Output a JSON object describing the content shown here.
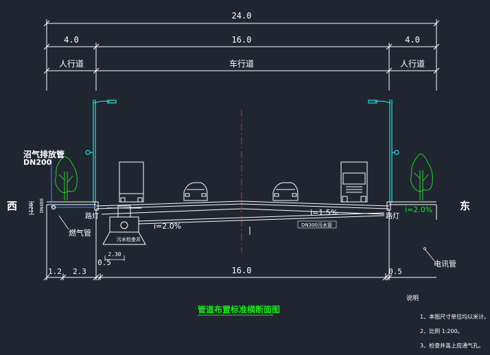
{
  "colors": {
    "background": "#1f2630",
    "line": "#ffffff",
    "lamp": "#27e0e0",
    "tree": "#2ed12e",
    "title": "#19e819",
    "centerline": "#e02020",
    "pipe": "#2f7bff",
    "slope_green": "#19e819"
  },
  "dimensions": {
    "total": "24.0",
    "left_sidewalk": "4.0",
    "carriageway": "16.0",
    "right_sidewalk": "4.0",
    "bottom_a": "1.2",
    "bottom_b": "2.3",
    "bottom_c": "0.5",
    "bottom_d": "16.0",
    "bottom_e": "0.5",
    "detail_small": "2.30",
    "height_mark": "120"
  },
  "zones": {
    "left_sidewalk": "人行道",
    "carriageway": "车行道",
    "right_sidewalk": "人行道"
  },
  "directions": {
    "west": "西",
    "east": "东"
  },
  "labels": {
    "biogas_pipe": "沼气排放管",
    "biogas_dn": "DN200",
    "gas_pipe": "燃气管",
    "street_light_left": "路灯",
    "street_light_right": "路灯",
    "telecom_pipe": "电讯管",
    "slope_left": "i=2.0%",
    "slope_right_road": "i=1.5%",
    "slope_right_walk": "i=2.0%",
    "sewer_pipe": "DN300污水管",
    "manhole": "污水检查井",
    "left_pipe_size": "DN400"
  },
  "title": "管道布置标准横断面图",
  "notes": {
    "heading": "说明",
    "items": [
      "1、本图尺寸单位均以米计。",
      "2、比例 1:200。",
      "3、检查井盖上应通气孔。"
    ]
  }
}
